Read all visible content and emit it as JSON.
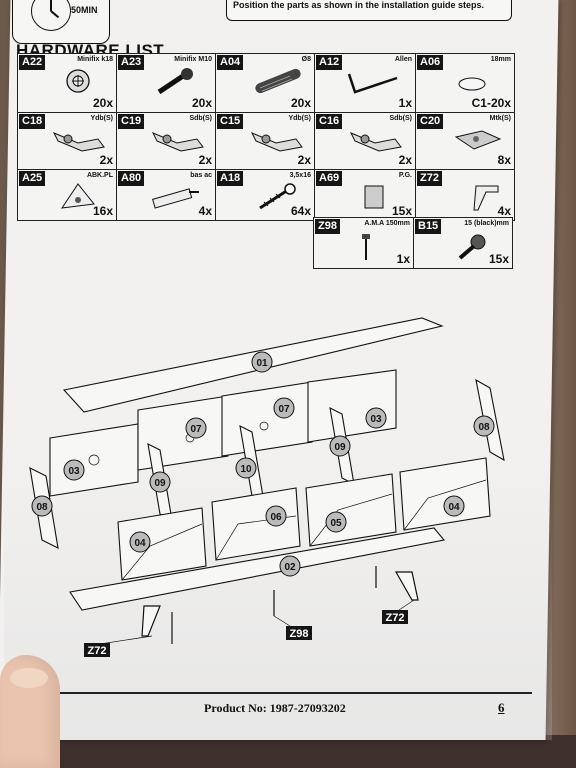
{
  "header": {
    "time_label": "50MIN",
    "instruction": "Position the parts as shown in the installation guide steps."
  },
  "hardware": {
    "title": "HARDWARE LIST",
    "rows": [
      [
        {
          "code": "A22",
          "spec": "Minifix k18",
          "qty": "20x",
          "icon": "minifix-cam-icon"
        },
        {
          "code": "A23",
          "spec": "Minifix M10",
          "qty": "20x",
          "icon": "minifix-bolt-icon"
        },
        {
          "code": "A04",
          "spec": "Ø8",
          "qty": "20x",
          "icon": "wooden-dowel-icon"
        },
        {
          "code": "A12",
          "spec": "Allen",
          "qty": "1x",
          "icon": "allen-key-icon"
        },
        {
          "code": "A06",
          "spec": "18mm",
          "qty": "C1-20x",
          "icon": "cover-cap-icon"
        }
      ],
      [
        {
          "code": "C18",
          "spec": "Ydb(S)",
          "qty": "2x",
          "icon": "hinge-icon"
        },
        {
          "code": "C19",
          "spec": "Sdb(S)",
          "qty": "2x",
          "icon": "hinge-icon"
        },
        {
          "code": "C15",
          "spec": "Ydb(S)",
          "qty": "2x",
          "icon": "hinge-icon"
        },
        {
          "code": "C16",
          "spec": "Sdb(S)",
          "qty": "2x",
          "icon": "hinge-icon"
        },
        {
          "code": "C20",
          "spec": "Mtk(S)",
          "qty": "8x",
          "icon": "hinge-plate-icon"
        }
      ],
      [
        {
          "code": "A25",
          "spec": "ABK.PL",
          "qty": "16x",
          "icon": "corner-block-icon"
        },
        {
          "code": "A80",
          "spec": "bas ac",
          "qty": "4x",
          "icon": "push-latch-icon"
        },
        {
          "code": "A18",
          "spec": "3,5x16",
          "qty": "64x",
          "icon": "screw-icon"
        },
        {
          "code": "A69",
          "spec": "P.G.",
          "qty": "15x",
          "icon": "threaded-insert-icon"
        },
        {
          "code": "Z72",
          "spec": "",
          "qty": "4x",
          "icon": "furniture-leg-icon"
        }
      ]
    ],
    "extra_row": [
      {
        "code": "Z98",
        "spec": "A.M.A 150mm",
        "qty": "1x",
        "icon": "pin-icon"
      },
      {
        "code": "B15",
        "spec": "15 (black)mm",
        "qty": "15x",
        "icon": "bolt-icon"
      }
    ]
  },
  "diagram": {
    "parts": [
      "01",
      "02",
      "03",
      "03",
      "04",
      "04",
      "05",
      "06",
      "07",
      "07",
      "08",
      "08",
      "09",
      "09",
      "10"
    ],
    "labels": {
      "p01": "01",
      "p02": "02",
      "p03a": "03",
      "p03b": "03",
      "p04a": "04",
      "p04b": "04",
      "p05": "05",
      "p06": "06",
      "p07a": "07",
      "p07b": "07",
      "p08a": "08",
      "p08b": "08",
      "p09a": "09",
      "p09b": "09",
      "p10": "10"
    },
    "tags": {
      "z72a": "Z72",
      "z72b": "Z72",
      "z98": "Z98"
    }
  },
  "footer": {
    "product": "Product No: 1987-27093202",
    "page": "6"
  }
}
